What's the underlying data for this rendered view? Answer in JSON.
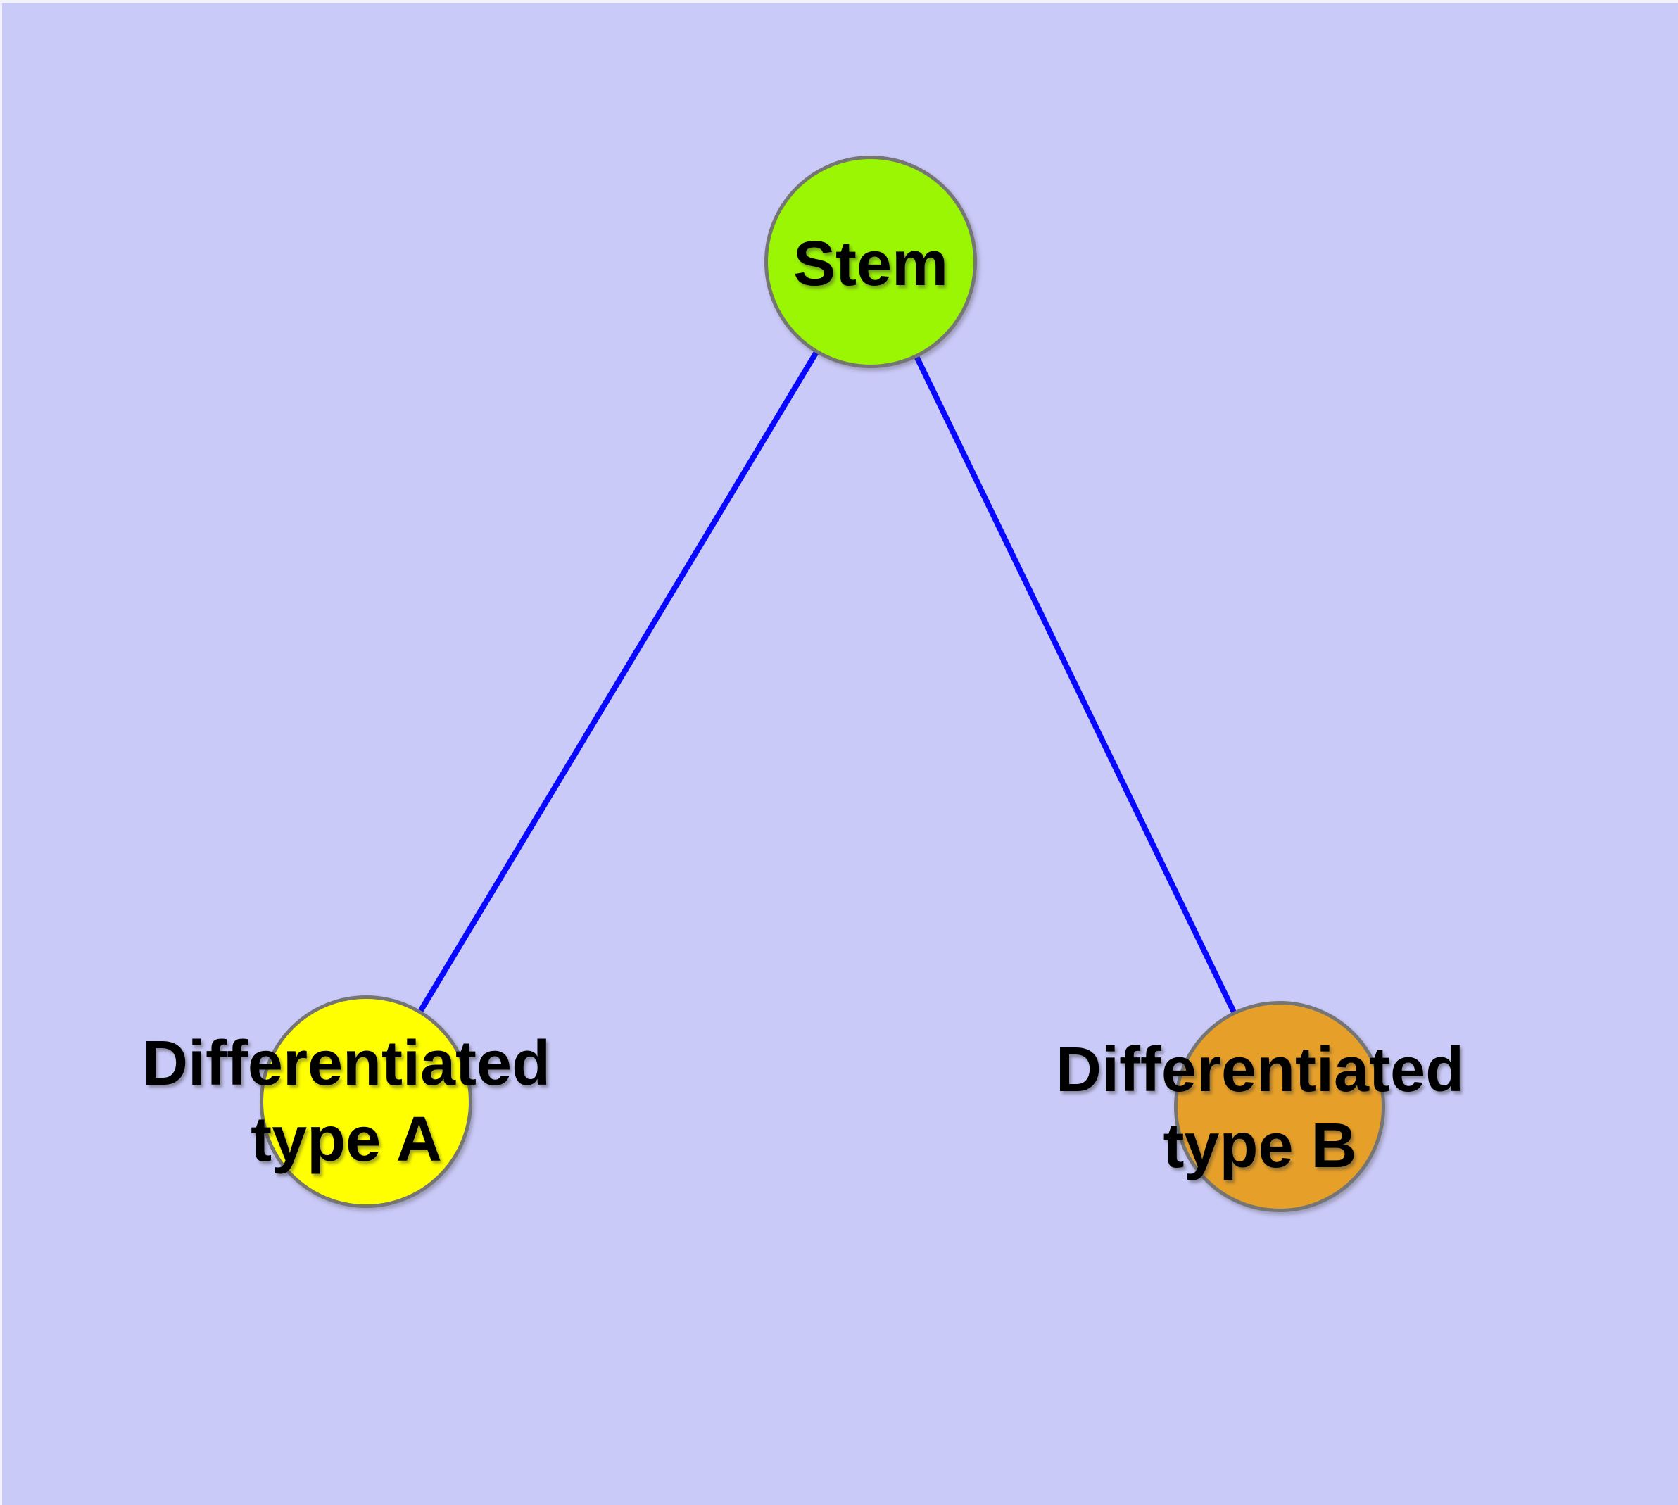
{
  "diagram": {
    "background_color": "#CACAF8",
    "top_edge_color": "#F3F3FD",
    "edge_color": "#0808FF",
    "node_border_color": "#757575",
    "label_text_color": "#000000",
    "nodes": [
      {
        "id": "stem",
        "label": "Stem",
        "label_lines": [
          "Stem"
        ],
        "fill": "#9BF604"
      },
      {
        "id": "differentiated-type-a",
        "label": "Differentiated type A",
        "label_lines": [
          "Differentiated",
          "type A"
        ],
        "fill": "#FFFF00"
      },
      {
        "id": "differentiated-type-b",
        "label": "Differentiated type B",
        "label_lines": [
          "Differentiated",
          "type B"
        ],
        "fill": "#E6A02A"
      }
    ],
    "edges": [
      {
        "from": "Stem",
        "to": "Differentiated type A"
      },
      {
        "from": "Stem",
        "to": "Differentiated type B"
      }
    ]
  }
}
